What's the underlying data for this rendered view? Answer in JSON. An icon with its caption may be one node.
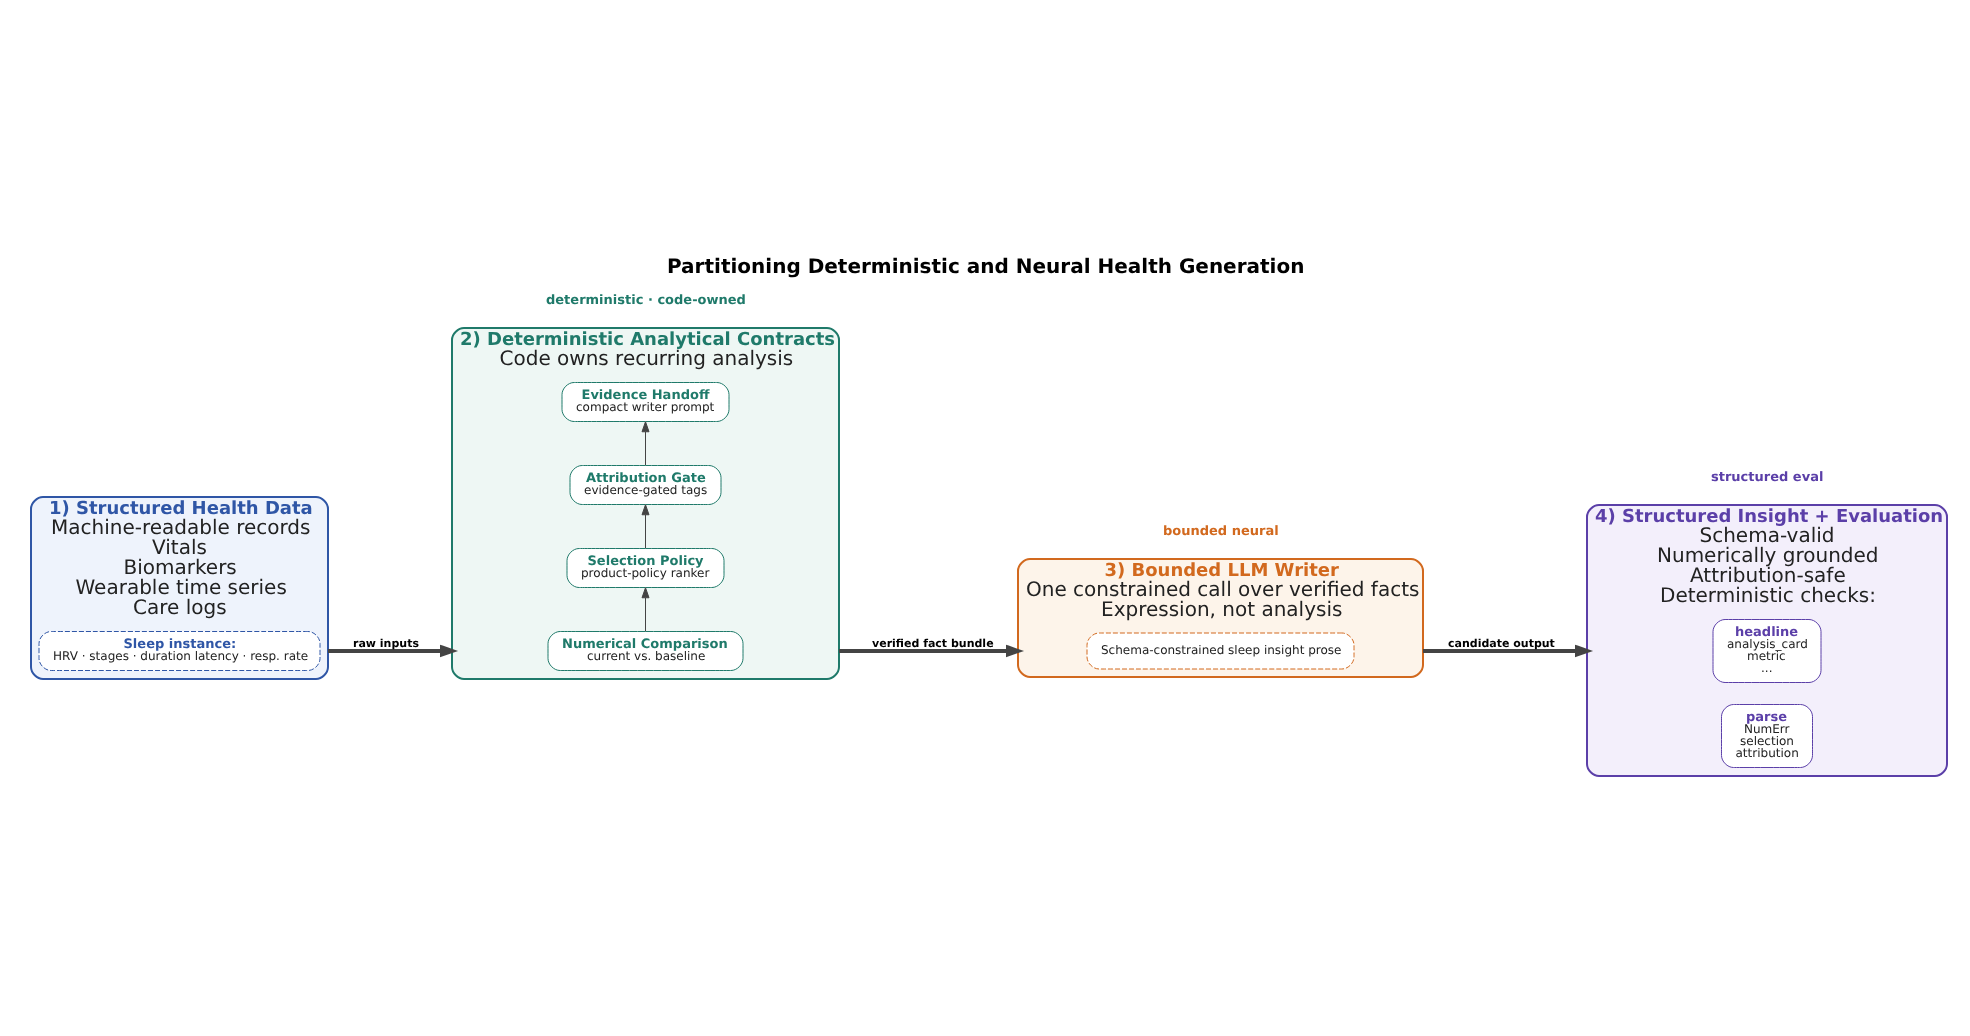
{
  "diagram": {
    "title": "Partitioning Deterministic and Neural Health Generation",
    "nodes": [
      {
        "text": [
          "1) Structured Health Data",
          "Machine-readable records",
          "Vitals",
          "Biomarkers",
          "Wearable time series",
          "Care logs"
        ]
      },
      {
        "text": [
          "Sleep instance:",
          "HRV · stages · duration latency · resp. rate"
        ],
        "in": 0
      },
      {
        "text": [
          "2) Deterministic Analytical Contracts",
          "Code owns recurring analysis"
        ]
      },
      {
        "text": [
          "Numerical Comparison",
          "current vs. baseline"
        ],
        "in": 2
      },
      {
        "text": [
          "Selection Policy",
          "product-policy ranker"
        ],
        "in": 2
      },
      {
        "text": [
          "Attribution Gate",
          "evidence-gated tags"
        ],
        "in": 2
      },
      {
        "text": [
          "Evidence Handoff",
          "compact writer prompt"
        ],
        "in": 2
      },
      {
        "text": [
          "3) Bounded LLM Writer",
          "One constrained call over verified facts",
          "Expression, not analysis"
        ]
      },
      {
        "text": [
          "Schema-constrained sleep insight prose"
        ],
        "in": 7
      },
      {
        "text": [
          "4) Structured Insight + Evaluation",
          "Schema-valid",
          "Numerically grounded",
          "Attribution-safe",
          "Deterministic checks:"
        ]
      },
      {
        "text": [
          "headline",
          "analysis_card",
          "metric",
          "..."
        ],
        "in": 9
      },
      {
        "text": [
          "parse",
          "NumErr",
          "selection",
          "attribution"
        ],
        "in": 9
      }
    ],
    "edges": [
      {
        "from": 3,
        "to": 4,
        "arrow": "to"
      },
      {
        "from": 4,
        "to": 5,
        "arrow": "to"
      },
      {
        "from": 5,
        "to": 6,
        "arrow": "to"
      },
      {
        "from": 0,
        "to": 2,
        "arrow": "to",
        "label": "raw inputs",
        "style": "thick"
      },
      {
        "from": 2,
        "to": 7,
        "arrow": "to",
        "label": "verified fact bundle",
        "style": "thick"
      },
      {
        "from": 7,
        "to": 9,
        "arrow": "to",
        "label": "candidate output",
        "style": "thick"
      }
    ],
    "labels": [
      "deterministic · code-owned",
      "bounded neural",
      "structured eval"
    ]
  }
}
